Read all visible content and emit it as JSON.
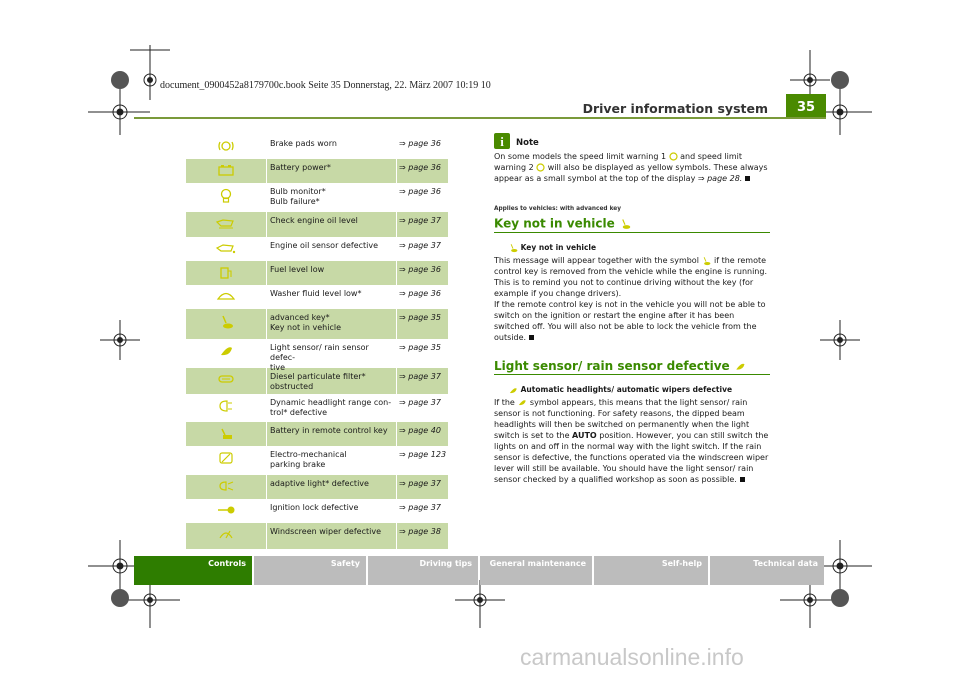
{
  "header": {
    "file_info": "document_0900452a8179700c.book  Seite 35  Donnerstag, 22. März 2007  10:19 10",
    "section_title": "Driver information system",
    "page_number": "35"
  },
  "table": {
    "rows": [
      {
        "icon": "brake-pads-icon",
        "label": "Brake pads worn",
        "ref": "⇒ page 36"
      },
      {
        "icon": "battery-icon",
        "label": "Battery power*",
        "ref": "⇒ page 36"
      },
      {
        "icon": "bulb-icon",
        "label": "Bulb monitor*\nBulb failure*",
        "ref": "⇒ page 36"
      },
      {
        "icon": "oil-level-icon",
        "label": "Check engine oil level",
        "ref": "⇒ page 37"
      },
      {
        "icon": "oil-sensor-icon",
        "label": "Engine oil sensor defective",
        "ref": "⇒ page 37"
      },
      {
        "icon": "fuel-icon",
        "label": "Fuel level low",
        "ref": "⇒ page 36"
      },
      {
        "icon": "washer-icon",
        "label": "Washer fluid level low*",
        "ref": "⇒ page 36"
      },
      {
        "icon": "key-icon",
        "label": "advanced key*\nKey not in vehicle",
        "ref": "⇒ page 35"
      },
      {
        "icon": "light-sensor-icon",
        "label": "Light sensor/ rain sensor defec-\ntive",
        "ref": "⇒ page 35"
      },
      {
        "icon": "particulate-filter-icon",
        "label": "Diesel particulate filter*\nobstructed",
        "ref": "⇒ page 37"
      },
      {
        "icon": "headlight-range-icon",
        "label": "Dynamic headlight range con-\ntrol* defective",
        "ref": "⇒ page 37"
      },
      {
        "icon": "remote-key-battery-icon",
        "label": "Battery in remote control key",
        "ref": "⇒ page 40"
      },
      {
        "icon": "parking-brake-icon",
        "label": "Electro-mechanical\nparking brake",
        "ref": "⇒ page 123"
      },
      {
        "icon": "adaptive-light-icon",
        "label": "adaptive light* defective",
        "ref": "⇒ page 37"
      },
      {
        "icon": "ignition-lock-icon",
        "label": "Ignition lock defective",
        "ref": "⇒ page 37"
      },
      {
        "icon": "wiper-icon",
        "label": "Windscreen wiper defective",
        "ref": "⇒ page 38"
      }
    ]
  },
  "note": {
    "title": "Note",
    "text_a": "On some models the speed limit warning 1 ",
    "text_b": " and speed limit warning 2 ",
    "text_c": " will also be displayed as yellow symbols. These always appear as a small symbol at the top of the display ",
    "ref": "⇒ page 28."
  },
  "key_section": {
    "applies": "Applies to vehicles: with advanced key",
    "title": "Key not in vehicle",
    "sub_title": "Key not in vehicle",
    "p1_a": "This message will appear together with the symbol ",
    "p1_b": " if the remote control key is removed from the vehicle while the engine is running. This is to remind you not to continue driving without the key (for example if you change drivers).",
    "p2": "If the remote control key is not in the vehicle you will not be able to switch on the ignition or restart the engine after it has been switched off. You will also not be able to lock the vehicle from the outside."
  },
  "light_section": {
    "title": "Light sensor/ rain sensor defective",
    "sub_title": "Automatic headlights/ automatic wipers defective",
    "p_a": "If the ",
    "p_b": " symbol appears, this means that the light sensor/ rain sensor is not functioning. For safety reasons, the dipped beam headlights will then be switched on permanently when the light switch is set to the ",
    "p_auto": "AUTO",
    "p_c": " position. However, you can still switch the lights on and off in the normal way with the light switch. If the rain sensor is defective, the functions operated via the windscreen wiper lever will still be available. You should have the light sensor/ rain sensor checked by a qualified workshop as soon as possible."
  },
  "tabs": [
    {
      "label": "Controls",
      "active": true
    },
    {
      "label": "Safety",
      "active": false
    },
    {
      "label": "Driving tips",
      "active": false
    },
    {
      "label": "General maintenance",
      "active": false
    },
    {
      "label": "Self-help",
      "active": false
    },
    {
      "label": "Technical data",
      "active": false
    }
  ],
  "watermark": "carmanualsonline.info",
  "colors": {
    "accent_green": "#3a8a00",
    "row_green": "#c7d9a6",
    "tab_grey": "#bcbcbc",
    "icon_yellow": "#d8d800"
  }
}
